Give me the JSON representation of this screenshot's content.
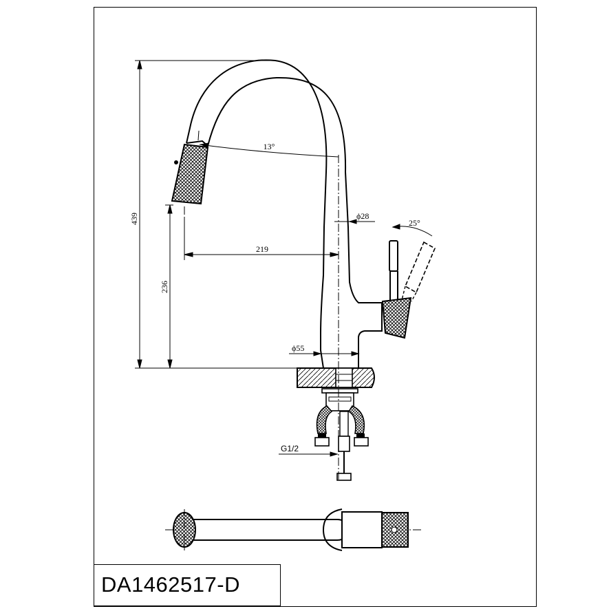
{
  "drawing": {
    "model_code": "DA1462517-D",
    "dimensions": {
      "overall_height": "439",
      "spout_height": "236",
      "reach": "219",
      "spout_angle": "13°",
      "handle_angle": "25°",
      "column_diameter": "ϕ28",
      "base_diameter": "ϕ55",
      "hose_thread": "G1/2"
    }
  }
}
